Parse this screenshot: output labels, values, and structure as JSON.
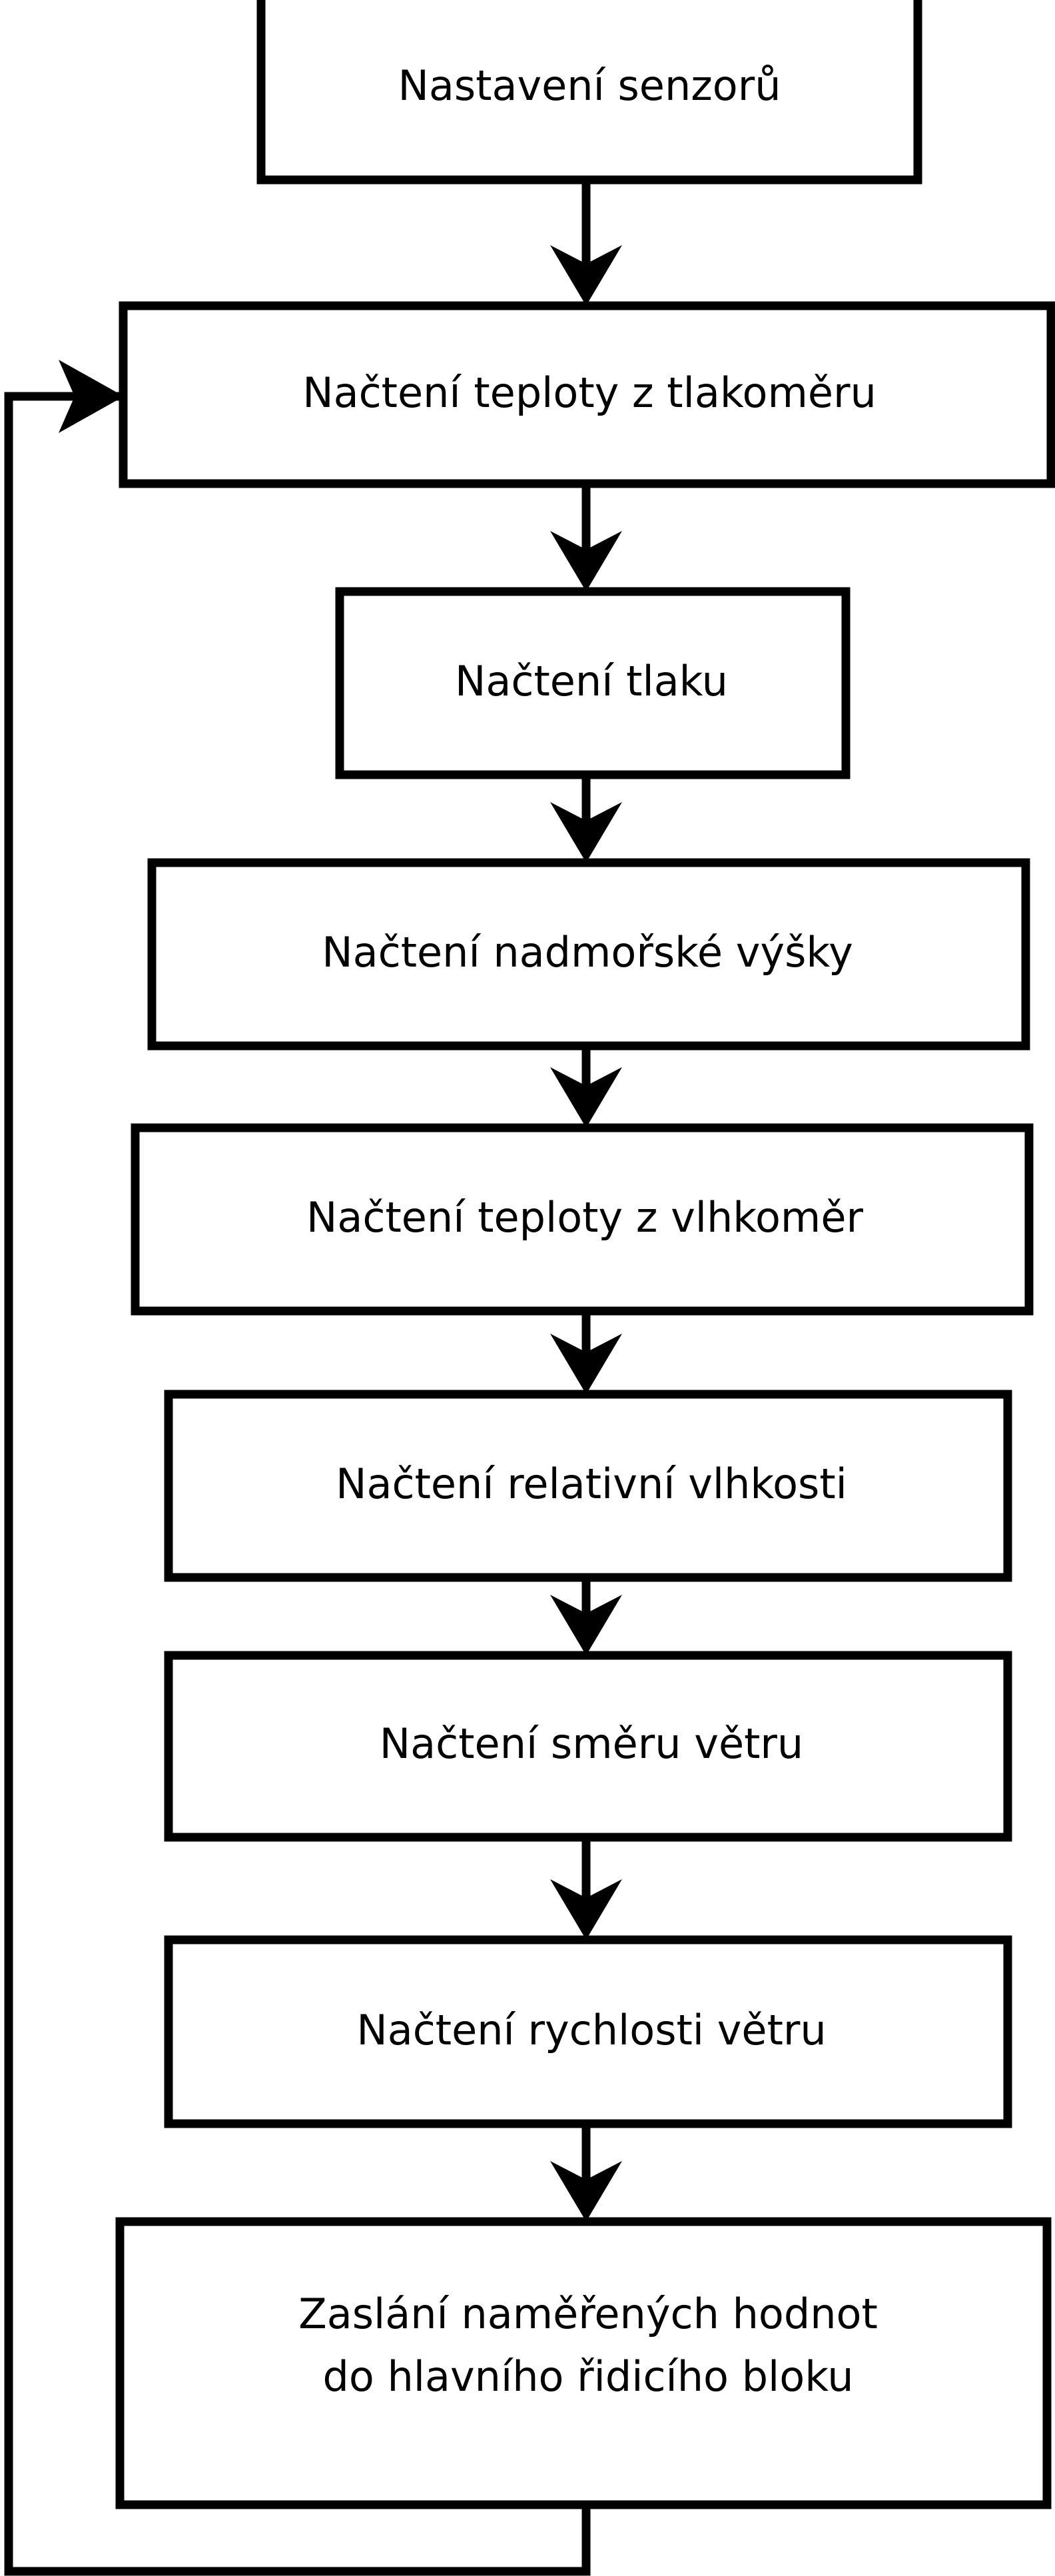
{
  "diagram": {
    "title": "Sensor reading loop flowchart",
    "language": "cs",
    "background_color": "#ffffff",
    "stroke_color": "#000000",
    "text_color": "#000000",
    "nodes": [
      {
        "id": "setup",
        "label": "Nastavení senzorů",
        "lines": [
          "Nastavení senzorů"
        ],
        "shape": "rectangle"
      },
      {
        "id": "read-temp-baro",
        "label": "Načtení teploty z tlakoměru",
        "lines": [
          "Načtení teploty z tlakoměru"
        ],
        "shape": "rectangle"
      },
      {
        "id": "read-pressure",
        "label": "Načtení tlaku",
        "lines": [
          "Načtení tlaku"
        ],
        "shape": "rectangle"
      },
      {
        "id": "read-altitude",
        "label": "Načtení nadmořské výšky",
        "lines": [
          "Načtení nadmořské výšky"
        ],
        "shape": "rectangle"
      },
      {
        "id": "read-temp-hygro",
        "label": "Načtení teploty z vlhkoměr",
        "lines": [
          "Načtení teploty z vlhkoměr"
        ],
        "shape": "rectangle"
      },
      {
        "id": "read-humidity",
        "label": "Načtení relativní vlhkosti",
        "lines": [
          "Načtení relativní vlhkosti"
        ],
        "shape": "rectangle"
      },
      {
        "id": "read-wind-dir",
        "label": "Načtení směru větru",
        "lines": [
          "Načtení směru větru"
        ],
        "shape": "rectangle"
      },
      {
        "id": "read-wind-speed",
        "label": "Načtení rychlosti větru",
        "lines": [
          "Načtení rychlosti větru"
        ],
        "shape": "rectangle"
      },
      {
        "id": "send-values",
        "label": "Zaslání naměřených hodnot do hlavního řidicího bloku",
        "lines": [
          "Zaslání naměřených hodnot",
          "do hlavního řidicího bloku"
        ],
        "shape": "rectangle"
      }
    ],
    "edges": [
      {
        "from": "setup",
        "to": "read-temp-baro",
        "kind": "arrow-down"
      },
      {
        "from": "read-temp-baro",
        "to": "read-pressure",
        "kind": "arrow-down"
      },
      {
        "from": "read-pressure",
        "to": "read-altitude",
        "kind": "arrow-down"
      },
      {
        "from": "read-altitude",
        "to": "read-temp-hygro",
        "kind": "arrow-down"
      },
      {
        "from": "read-temp-hygro",
        "to": "read-humidity",
        "kind": "arrow-down"
      },
      {
        "from": "read-humidity",
        "to": "read-wind-dir",
        "kind": "arrow-down"
      },
      {
        "from": "read-wind-dir",
        "to": "read-wind-speed",
        "kind": "arrow-down"
      },
      {
        "from": "read-wind-speed",
        "to": "send-values",
        "kind": "arrow-down"
      },
      {
        "from": "send-values",
        "to": "read-temp-baro",
        "kind": "loop-back-left"
      }
    ]
  }
}
